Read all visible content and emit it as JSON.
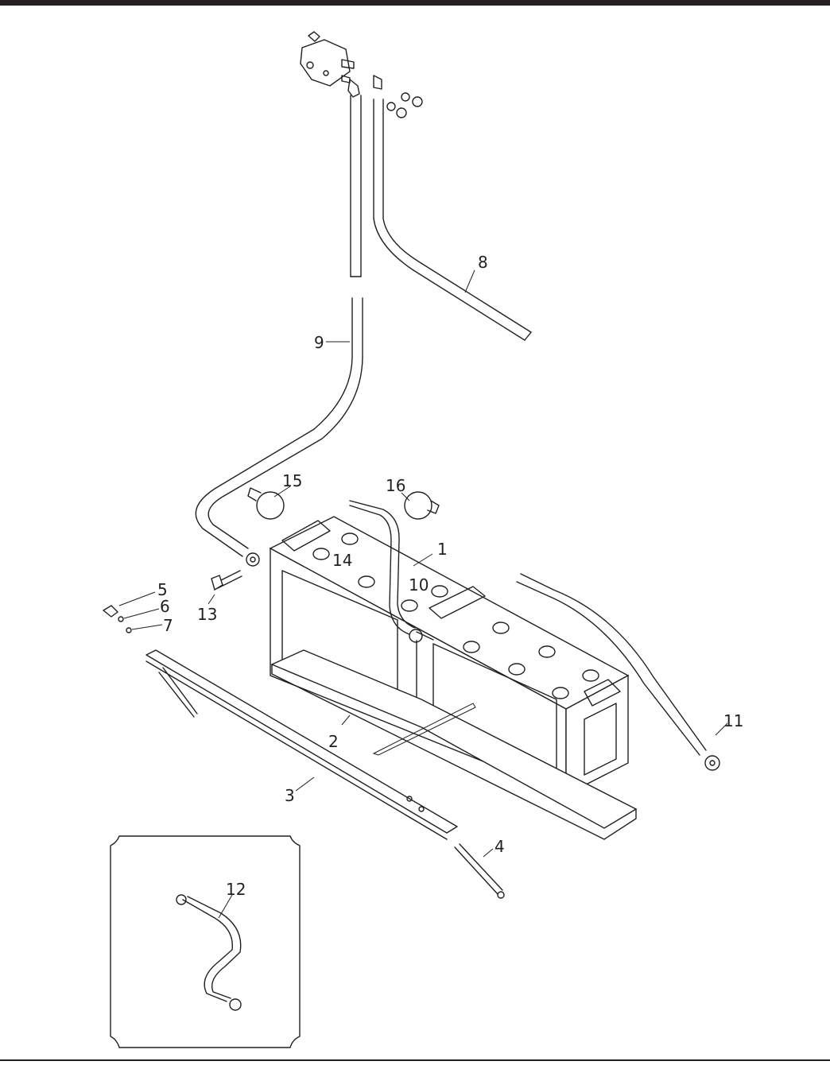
{
  "callouts": {
    "c1": "1",
    "c2": "2",
    "c3": "3",
    "c4": "4",
    "c5": "5",
    "c6": "6",
    "c7": "7",
    "c8": "8",
    "c9": "9",
    "c10": "10",
    "c11": "11",
    "c12": "12",
    "c13": "13",
    "c14": "14",
    "c15": "15",
    "c16": "16"
  },
  "colors": {
    "ink": "#231f20",
    "paper": "#ffffff"
  }
}
